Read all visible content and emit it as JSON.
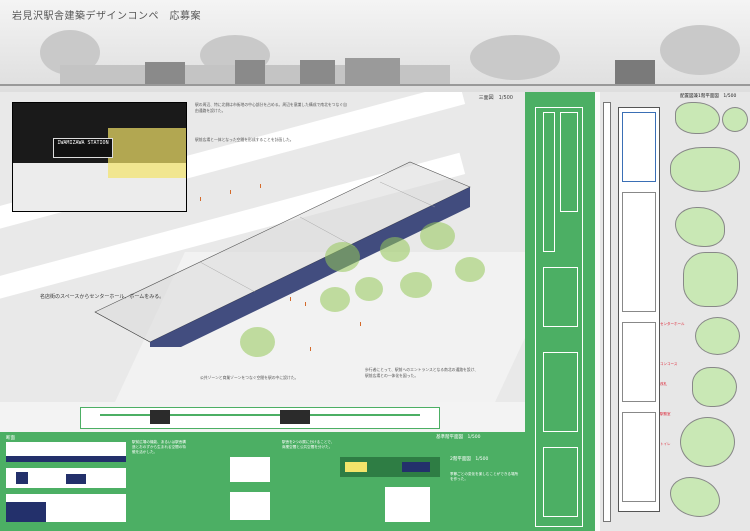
{
  "header": {
    "title": "岩見沢駅舎建築デザインコンペ　応募案"
  },
  "perspective": {
    "scale_label": "三面図　1/500",
    "inset_sign": "IWAMIZAWA STATION",
    "inset_caption": "名店街のスペースからセンターホール、ホームをみる。",
    "desc_top": "駅の周辺、特に北側は市街地の中心部分を占める。周辺を意識した構成で南北をつなぐ自由通路を設けた。",
    "desc_mid": "駅前広場と一体となった空間を形成することを計画した。",
    "desc_bottom_left": "公共ゾーンと商業ゾーンをつなぐ空間を駅の中に設けた。",
    "desc_bottom_right": "歩行者にとって、駅前へのエントランスとなる南北の通路を設け、駅前広場との一体化を図った。"
  },
  "bottom_panel": {
    "header_left": "断面",
    "header_mid": "基準階平面図　1/500",
    "header_right": "2階平面図　1/500",
    "text1": "駅前広場の機能、あるいは駅舎構造とおのずから生まれる空間の特徴を活かした。",
    "text2": "駅舎を2つの層に分けることで、商業空間と公共空間を分けた。",
    "text3": "季節ごとの変化を楽しむことができる場所を作った。"
  },
  "side_strip": {
    "label_top": "",
    "label_mid": "",
    "label_bottom": ""
  },
  "plan": {
    "scale_label": "配置図兼1階平面図　1/500",
    "tags": [
      "センターホール",
      "コンコース",
      "改札",
      "駅務室",
      "トイレ"
    ]
  },
  "colors": {
    "accent_green": "#4caf64",
    "navy": "#23306b",
    "person_orange": "#d46a2a",
    "tree_green": "#96c85a"
  }
}
